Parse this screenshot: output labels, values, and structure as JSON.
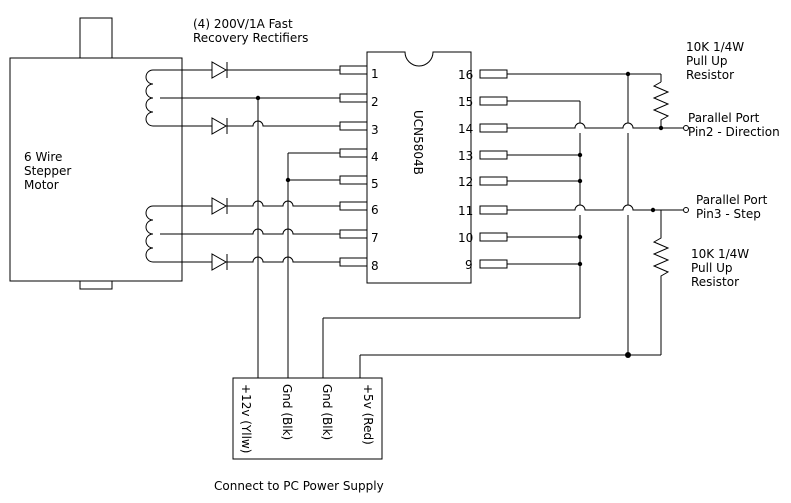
{
  "diodes_label": [
    "(4) 200V/1A Fast",
    "Recovery Rectifiers"
  ],
  "motor_label": [
    "6 Wire",
    "Stepper",
    "Motor"
  ],
  "chip_label": "UCN5804B",
  "left_pins": [
    "1",
    "2",
    "3",
    "4",
    "5",
    "6",
    "7",
    "8"
  ],
  "right_pins": [
    "16",
    "15",
    "14",
    "13",
    "12",
    "11",
    "10",
    "9"
  ],
  "resistor_top_label": [
    "10K 1/4W",
    "Pull Up",
    "Resistor"
  ],
  "resistor_bottom_label": [
    "10K 1/4W",
    "Pull Up",
    "Resistor"
  ],
  "direction_label": [
    "Parallel Port",
    "Pin2 - Direction"
  ],
  "step_label": [
    "Parallel Port",
    "Pin3 - Step"
  ],
  "power_pins": [
    "+12v (Yllw)",
    "Gnd (Blk)",
    "Gnd (Blk)",
    "+5v (Red)"
  ],
  "footer_label": "Connect to PC Power Supply"
}
